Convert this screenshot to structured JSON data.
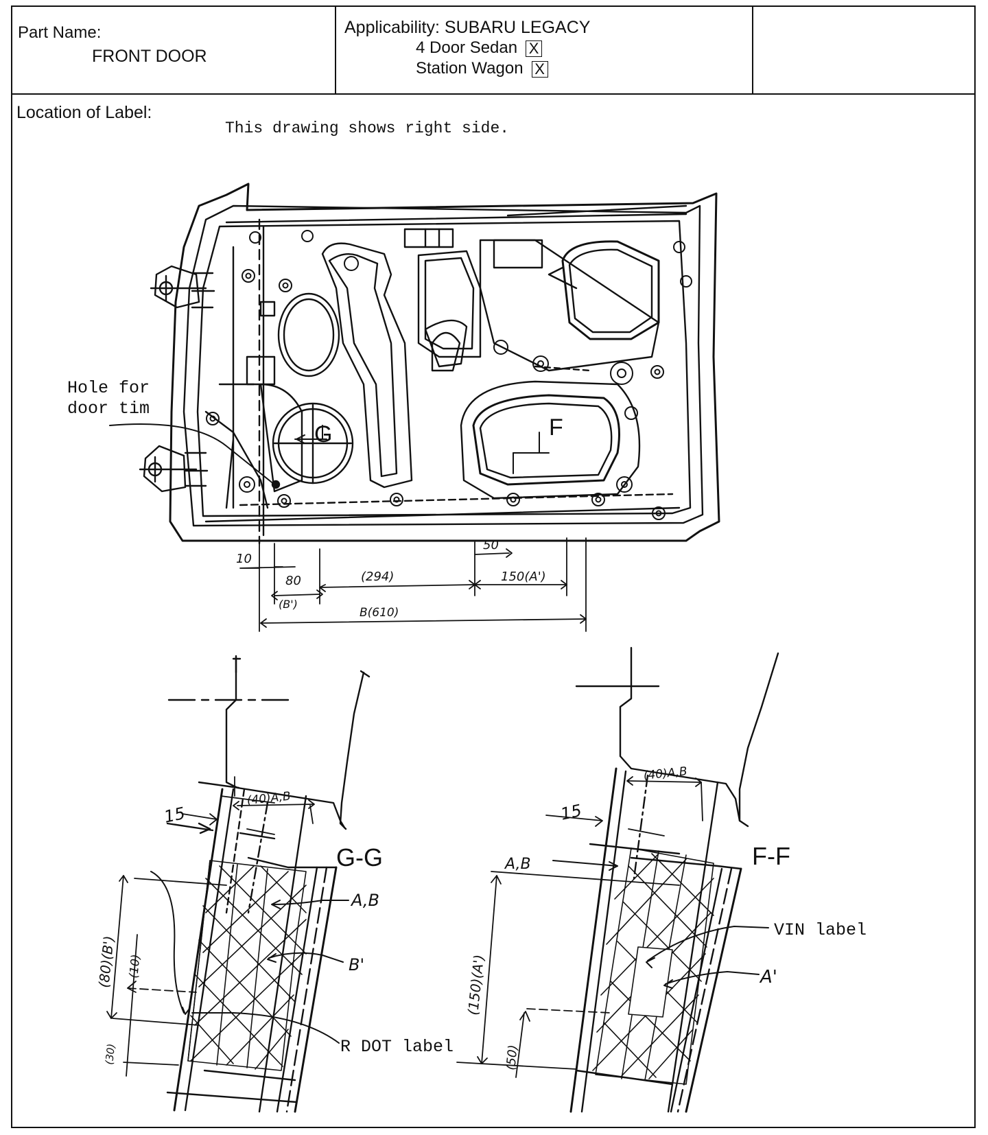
{
  "header": {
    "part_name_label": "Part Name:",
    "part_name_value": "FRONT DOOR",
    "applicability_label": "Applicability: SUBARU LEGACY",
    "variants": [
      {
        "name": "4 Door Sedan",
        "mark": "X"
      },
      {
        "name": "Station Wagon",
        "mark": "X"
      }
    ]
  },
  "body": {
    "location_label": "Location of Label:",
    "note": "This drawing shows right side.",
    "callout_hole_line1": "Hole for",
    "callout_hole_line2": "door tim",
    "section_marker_g": "G",
    "section_marker_f": "F"
  },
  "dimensions": {
    "d10": "10",
    "d80": "80",
    "d_b_prime": "(B')",
    "d294": "(294)",
    "d50": "50",
    "d150": "150(A')",
    "d610": "B(610)"
  },
  "section_gg": {
    "title": "G-G",
    "d15": "15",
    "d40": "(40)A,B",
    "callout_ab": "A,B",
    "callout_bprime": "B'",
    "callout_rdot": "R DOT label",
    "d80b": "(80)(B')",
    "d10": "(10)",
    "d30": "(30)"
  },
  "section_ff": {
    "title": "F-F",
    "d15": "15",
    "d40": "(40)A,B",
    "callout_ab": "A,B",
    "callout_vin": "VIN label",
    "callout_aprime": "A'",
    "d150": "(150)(A')",
    "d50": "(50)"
  }
}
